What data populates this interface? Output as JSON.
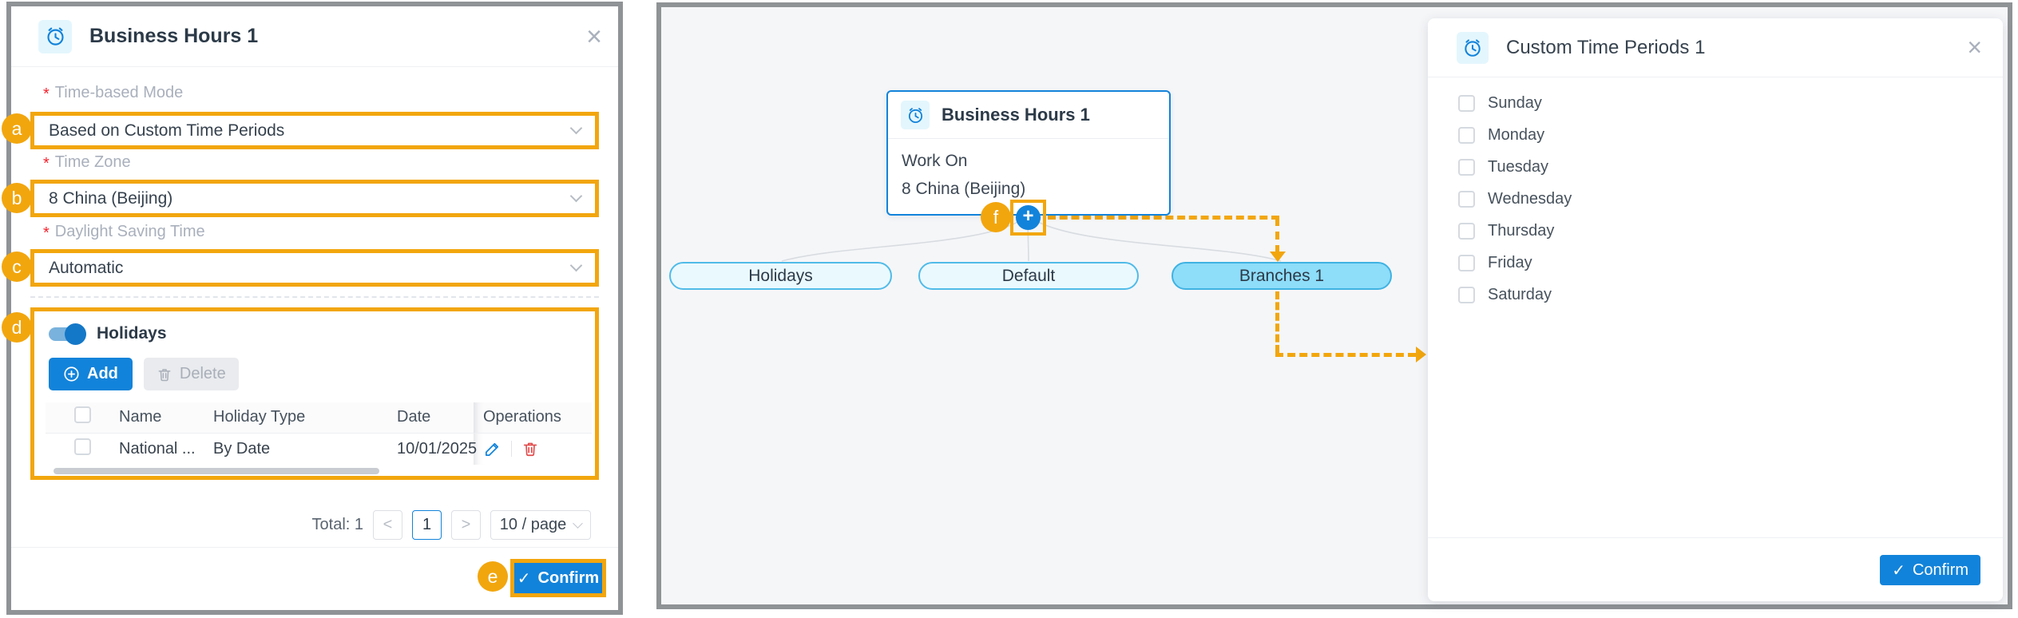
{
  "colors": {
    "accent_orange": "#F2A60D",
    "primary_blue": "#1283DA",
    "icon_blue_bg": "#E4F6FD",
    "pill_light_fill": "#EAF9FE",
    "pill_light_border": "#50BBE8",
    "pill_selected_fill": "#8EDDF9",
    "danger_red": "#E14B4B",
    "canvas_bg": "#F5F6F8",
    "frame_gray": "#8F9396"
  },
  "icons": {
    "close": "×",
    "check": "✓",
    "plus": "+",
    "required_mark": "*"
  },
  "annotations": {
    "a": "a",
    "b": "b",
    "c": "c",
    "d": "d",
    "e": "e",
    "f": "f"
  },
  "left_dialog": {
    "title": "Business Hours 1",
    "fields": [
      {
        "label": "Time-based Mode",
        "value": "Based on Custom Time Periods"
      },
      {
        "label": "Time Zone",
        "value": "8 China (Beijing)"
      },
      {
        "label": "Daylight Saving Time",
        "value": "Automatic"
      }
    ],
    "holidays": {
      "section_label": "Holidays",
      "add_label": "Add",
      "delete_label": "Delete",
      "table": {
        "columns": [
          "Name",
          "Holiday Type",
          "Date",
          "Operations"
        ],
        "rows": [
          {
            "name": "National ...",
            "holiday_type": "By Date",
            "date": "10/01/2025"
          }
        ]
      },
      "pagination": {
        "total": "Total: 1",
        "prev": "<",
        "current_page": "1",
        "next": ">",
        "page_size": "10 / page"
      }
    },
    "confirm_label": "Confirm"
  },
  "canvas": {
    "node": {
      "title": "Business Hours 1",
      "body_line1": "Work On",
      "body_line2": "8 China (Beijing)"
    },
    "pills": [
      {
        "label": "Holidays"
      },
      {
        "label": "Default"
      },
      {
        "label": "Branches 1"
      }
    ]
  },
  "right_panel": {
    "title": "Custom Time Periods 1",
    "days": [
      "Sunday",
      "Monday",
      "Tuesday",
      "Wednesday",
      "Thursday",
      "Friday",
      "Saturday"
    ],
    "confirm_label": "Confirm"
  }
}
